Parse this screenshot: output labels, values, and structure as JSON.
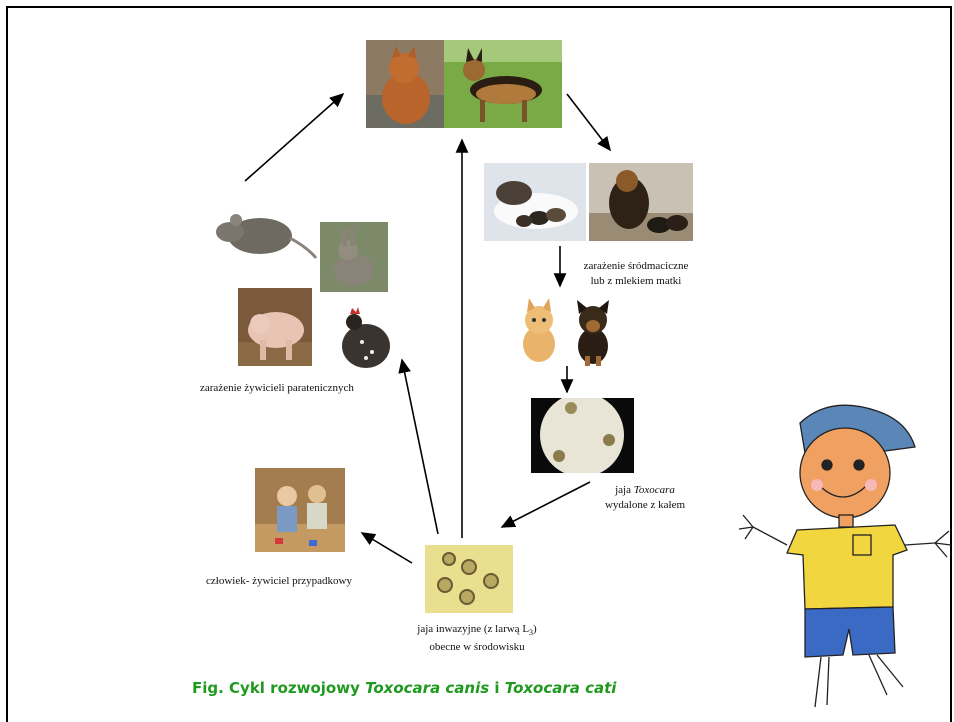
{
  "captions": {
    "maternal_1": "zarażenie śródmaciczne",
    "maternal_2": "lub z mlekiem matki",
    "paratenic": "zarażenie żywicieli paratenicznych",
    "eggs_1_pre": "jaja ",
    "eggs_1_italic": "Toxocara",
    "eggs_2": "wydalone z kałem",
    "human": "człowiek- żywiciel przypadkowy",
    "invasive_1_pre": "jaja inwazyjne (z larwą L",
    "invasive_1_sub": "3",
    "invasive_1_post": ")",
    "invasive_2": "obecne w środowisku"
  },
  "title": {
    "prefix": "Fig. Cykl rozwojowy ",
    "species1": "Toxocara canis",
    "joiner": " i ",
    "species2": "Toxocara cati"
  }
}
